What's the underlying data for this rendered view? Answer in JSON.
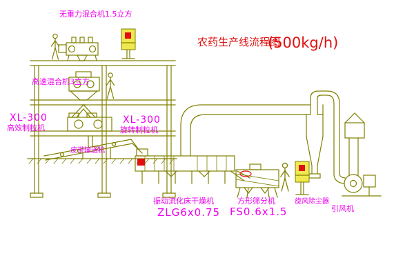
{
  "title": {
    "text": "农药生产线流程图",
    "capacity": "(500kg/h)"
  },
  "labels": {
    "top_mixer": "无重力混合机1.5立方",
    "speed_mixer": "高速混合机3立方",
    "left_granulator_model": "XL-300",
    "left_granulator_name": "高效制粒机",
    "mid_granulator_model": "XL-300",
    "mid_granulator_name": "旋转制粒机",
    "belt_conveyor": "皮带输送机",
    "dryer_name": "振动流化床干燥机",
    "dryer_model": "ZLG6x0.75",
    "sifter_name": "方形筛分机",
    "sifter_model": "FS0.6x1.5",
    "cyclone": "旋风除尘器",
    "fan": "引风机"
  },
  "colors": {
    "line": "#808000",
    "label": "#ee00ee",
    "title": "#e01010",
    "cabinet": "#efe94f",
    "alert": "#e01010"
  }
}
